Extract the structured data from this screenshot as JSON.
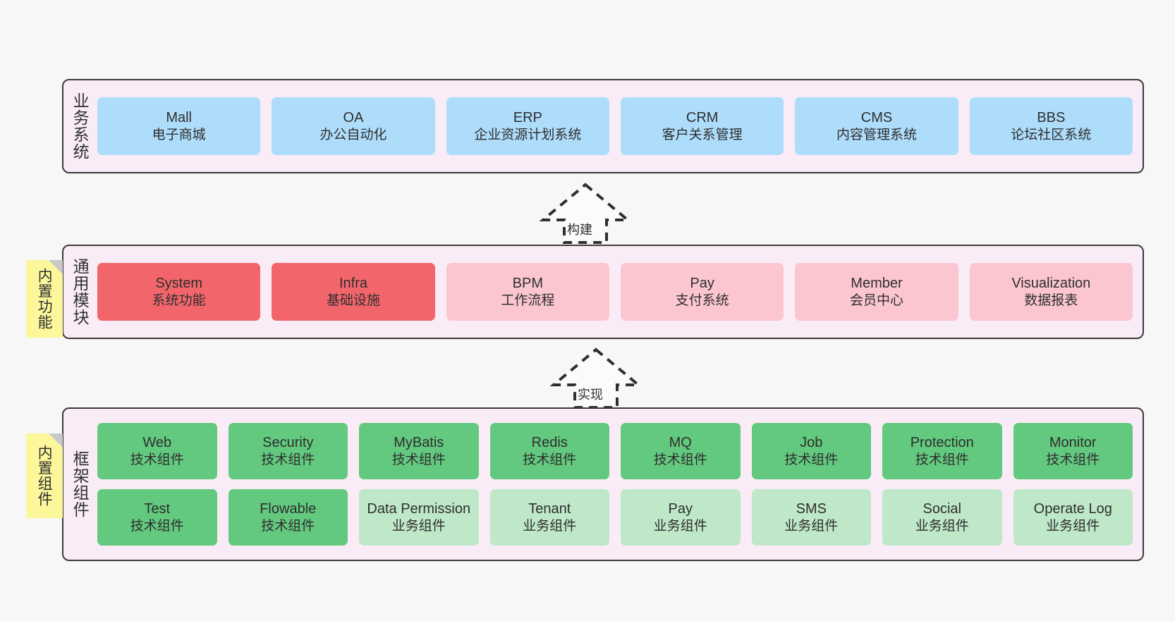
{
  "background_color": "#f7f7f7",
  "panel_color": "#faecf6",
  "panel_border_color": "#3b3b3b",
  "sticky_color": "#fbf79a",
  "layers": [
    {
      "id": "business-systems",
      "title": "业务系统",
      "sticky": null,
      "rows": [
        {
          "cards": [
            {
              "style": "blue",
              "color": "#aeddfb",
              "en": "Mall",
              "cn": "电子商城"
            },
            {
              "style": "blue",
              "color": "#aeddfb",
              "en": "OA",
              "cn": "办公自动化"
            },
            {
              "style": "blue",
              "color": "#aeddfb",
              "en": "ERP",
              "cn": "企业资源计划系统"
            },
            {
              "style": "blue",
              "color": "#aeddfb",
              "en": "CRM",
              "cn": "客户关系管理"
            },
            {
              "style": "blue",
              "color": "#aeddfb",
              "en": "CMS",
              "cn": "内容管理系统"
            },
            {
              "style": "blue",
              "color": "#aeddfb",
              "en": "BBS",
              "cn": "论坛社区系统"
            }
          ]
        }
      ]
    },
    {
      "id": "common-modules",
      "title": "通用模块",
      "sticky": "内置功能",
      "rows": [
        {
          "cards": [
            {
              "style": "red",
              "color": "#f2666b",
              "en": "System",
              "cn": "系统功能"
            },
            {
              "style": "red",
              "color": "#f2666b",
              "en": "Infra",
              "cn": "基础设施"
            },
            {
              "style": "pink",
              "color": "#fbc6d0",
              "en": "BPM",
              "cn": "工作流程"
            },
            {
              "style": "pink",
              "color": "#fbc6d0",
              "en": "Pay",
              "cn": "支付系统"
            },
            {
              "style": "pink",
              "color": "#fbc6d0",
              "en": "Member",
              "cn": "会员中心"
            },
            {
              "style": "pink",
              "color": "#fbc6d0",
              "en": "Visualization",
              "cn": "数据报表"
            }
          ]
        }
      ]
    },
    {
      "id": "framework-components",
      "title": "框架组件",
      "sticky": "内置组件",
      "rows": [
        {
          "cards": [
            {
              "style": "green",
              "color": "#63c97f",
              "en": "Web",
              "cn": "技术组件"
            },
            {
              "style": "green",
              "color": "#63c97f",
              "en": "Security",
              "cn": "技术组件"
            },
            {
              "style": "green",
              "color": "#63c97f",
              "en": "MyBatis",
              "cn": "技术组件"
            },
            {
              "style": "green",
              "color": "#63c97f",
              "en": "Redis",
              "cn": "技术组件"
            },
            {
              "style": "green",
              "color": "#63c97f",
              "en": "MQ",
              "cn": "技术组件"
            },
            {
              "style": "green",
              "color": "#63c97f",
              "en": "Job",
              "cn": "技术组件"
            },
            {
              "style": "green",
              "color": "#63c97f",
              "en": "Protection",
              "cn": "技术组件"
            },
            {
              "style": "green",
              "color": "#63c97f",
              "en": "Monitor",
              "cn": "技术组件"
            }
          ]
        },
        {
          "cards": [
            {
              "style": "green",
              "color": "#63c97f",
              "en": "Test",
              "cn": "技术组件"
            },
            {
              "style": "green",
              "color": "#63c97f",
              "en": "Flowable",
              "cn": "技术组件"
            },
            {
              "style": "lightgreen",
              "color": "#bfe8c8",
              "en": "Data Permission",
              "cn": "业务组件"
            },
            {
              "style": "lightgreen",
              "color": "#bfe8c8",
              "en": "Tenant",
              "cn": "业务组件"
            },
            {
              "style": "lightgreen",
              "color": "#bfe8c8",
              "en": "Pay",
              "cn": "业务组件"
            },
            {
              "style": "lightgreen",
              "color": "#bfe8c8",
              "en": "SMS",
              "cn": "业务组件"
            },
            {
              "style": "lightgreen",
              "color": "#bfe8c8",
              "en": "Social",
              "cn": "业务组件"
            },
            {
              "style": "lightgreen",
              "color": "#bfe8c8",
              "en": "Operate Log",
              "cn": "业务组件"
            }
          ]
        }
      ]
    }
  ],
  "arrows": [
    {
      "id": "build-arrow",
      "label": "构建",
      "direction": "up",
      "style": "dashed-hollow"
    },
    {
      "id": "implement-arrow",
      "label": "实现",
      "direction": "up",
      "style": "dashed-hollow"
    }
  ]
}
